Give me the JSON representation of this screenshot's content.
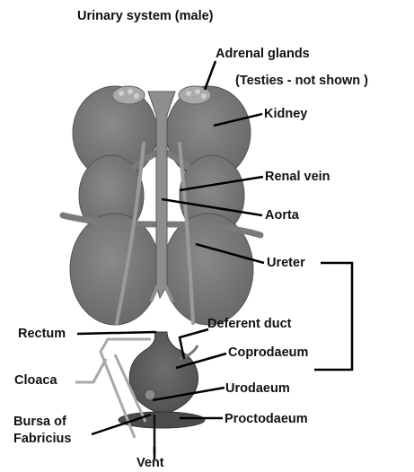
{
  "title": "Urinary system (male)",
  "labels": {
    "adrenal_glands": "Adrenal glands",
    "testes_note": "(Testies - not shown )",
    "kidney": "Kidney",
    "renal_vein": "Renal vein",
    "aorta": "Aorta",
    "ureter": "Ureter",
    "deferent_duct": "Deferent duct",
    "rectum": "Rectum",
    "coprodaeum": "Coprodaeum",
    "cloaca": "Cloaca",
    "urodaeum": "Urodaeum",
    "bursa_line1": "Bursa of",
    "bursa_line2": "Fabricius",
    "proctodaeum": "Proctodaeum",
    "vent": "Vent"
  },
  "colors": {
    "kidney_fill": "#7d7d7d",
    "organ_dark": "#5f5f5f",
    "vessel": "#9a9a9a",
    "leader": "#000000",
    "cloaca_bracket": "#a8a8a8"
  }
}
